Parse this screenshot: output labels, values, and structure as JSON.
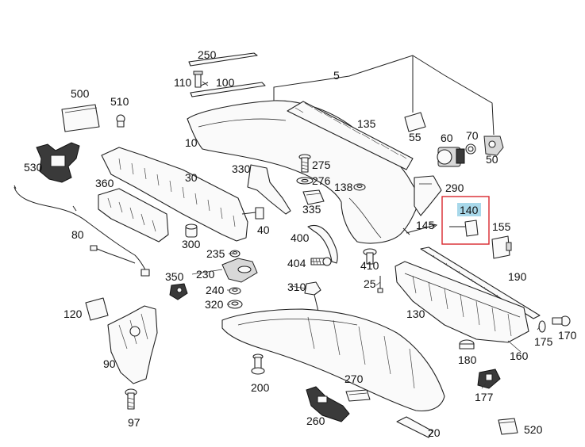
{
  "labels": {
    "p5": "5",
    "p10": "10",
    "p20": "20",
    "p25": "25",
    "p30": "30",
    "p40": "40",
    "p50": "50",
    "p55": "55",
    "p60": "60",
    "p70": "70",
    "p80": "80",
    "p90": "90",
    "p97": "97",
    "p100": "100",
    "p110": "110",
    "p120": "120",
    "p130": "130",
    "p135": "135",
    "p138": "138",
    "p140": "140",
    "p145": "145",
    "p155": "155",
    "p160": "160",
    "p170": "170",
    "p175": "175",
    "p177": "177",
    "p180": "180",
    "p190": "190",
    "p200": "200",
    "p230": "230",
    "p235": "235",
    "p240": "240",
    "p250": "250",
    "p260": "260",
    "p270": "270",
    "p275": "275",
    "p276": "276",
    "p290": "290",
    "p300": "300",
    "p310": "310",
    "p320": "320",
    "p330": "330",
    "p335": "335",
    "p350": "350",
    "p360": "360",
    "p400": "400",
    "p404": "404",
    "p410": "410",
    "p500": "500",
    "p510": "510",
    "p520": "520",
    "p530": "530"
  },
  "highlight": {
    "part": "140",
    "box_color": "#d9272e",
    "label_bg": "#a8d8ea"
  }
}
